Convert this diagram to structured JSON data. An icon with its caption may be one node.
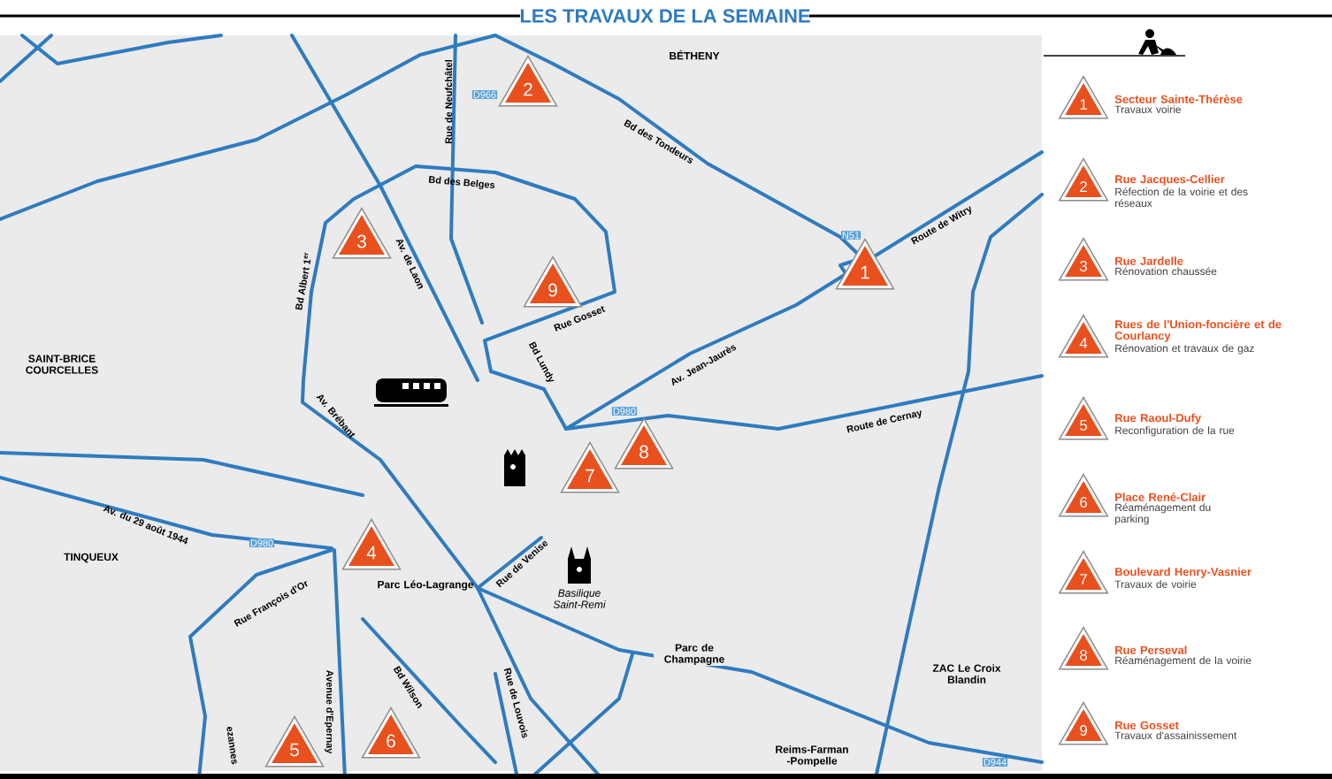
{
  "diagram": {
    "title": "LES TRAVAUX DE LA SEMAINE",
    "nodes": [
      {
        "text": [
          "1"
        ]
      },
      {
        "text": [
          "2"
        ]
      },
      {
        "text": [
          "3"
        ]
      },
      {
        "text": [
          "4"
        ]
      },
      {
        "text": [
          "5"
        ]
      },
      {
        "text": [
          "6"
        ]
      },
      {
        "text": [
          "7"
        ]
      },
      {
        "text": [
          "8"
        ]
      },
      {
        "text": [
          "9"
        ]
      },
      {
        "text": [
          "1",
          "Secteur Sainte-Thérèse",
          "Travaux voirie"
        ]
      },
      {
        "text": [
          "2",
          "Rue Jacques-Cellier",
          "Réfection de la voirie et des réseaux"
        ]
      },
      {
        "text": [
          "3",
          "Rue Jardelle",
          "Rénovation chaussée"
        ]
      },
      {
        "text": [
          "4",
          "Rues de l'Union-foncière et de Courlancy",
          "Rénovation et travaux de gaz"
        ]
      },
      {
        "text": [
          "5",
          "Rue Raoul-Dufy",
          "Reconfiguration de la rue"
        ]
      },
      {
        "text": [
          "6",
          "Place René-Clair",
          "Réaménagement du parking"
        ]
      },
      {
        "text": [
          "7",
          "Boulevard Henry-Vasnier",
          "Travaux de voirie"
        ]
      },
      {
        "text": [
          "8",
          "Rue Perseval",
          "Réaménagement de la voirie"
        ]
      },
      {
        "text": [
          "9",
          "Rue Gosset",
          "Travaux d'assainissement"
        ]
      }
    ],
    "labels": [
      "BÉTHENY",
      "D966",
      "Rue de Neufchâtel",
      "Bd des Tondeurs",
      "Bd des Belges",
      "N51",
      "Route de Witry",
      "Bd Albert 1$^{er}$",
      "Av. de Laon",
      "Rue Gosset",
      "SAINT-BRICE COURCELLES",
      "Bd Lundy",
      "Av. Jean-Jaurès",
      "Av. Brébant",
      "D980",
      "Route de Cernay",
      "Av. du 29 août 1944",
      "D980",
      "TINQUEUX",
      "Rue François d'Or",
      "Parc Léo-Lagrange",
      "Rue de Venise",
      "Basilique Saint-Remi",
      "Parc de Champagne",
      "Avenue d'Epernay",
      "Bd Wilson",
      "Rue de Louvois",
      "ZAC Le Croix Blandin",
      "ezannes",
      "Reims-Farman -Pompelle",
      "D944"
    ]
  }
}
